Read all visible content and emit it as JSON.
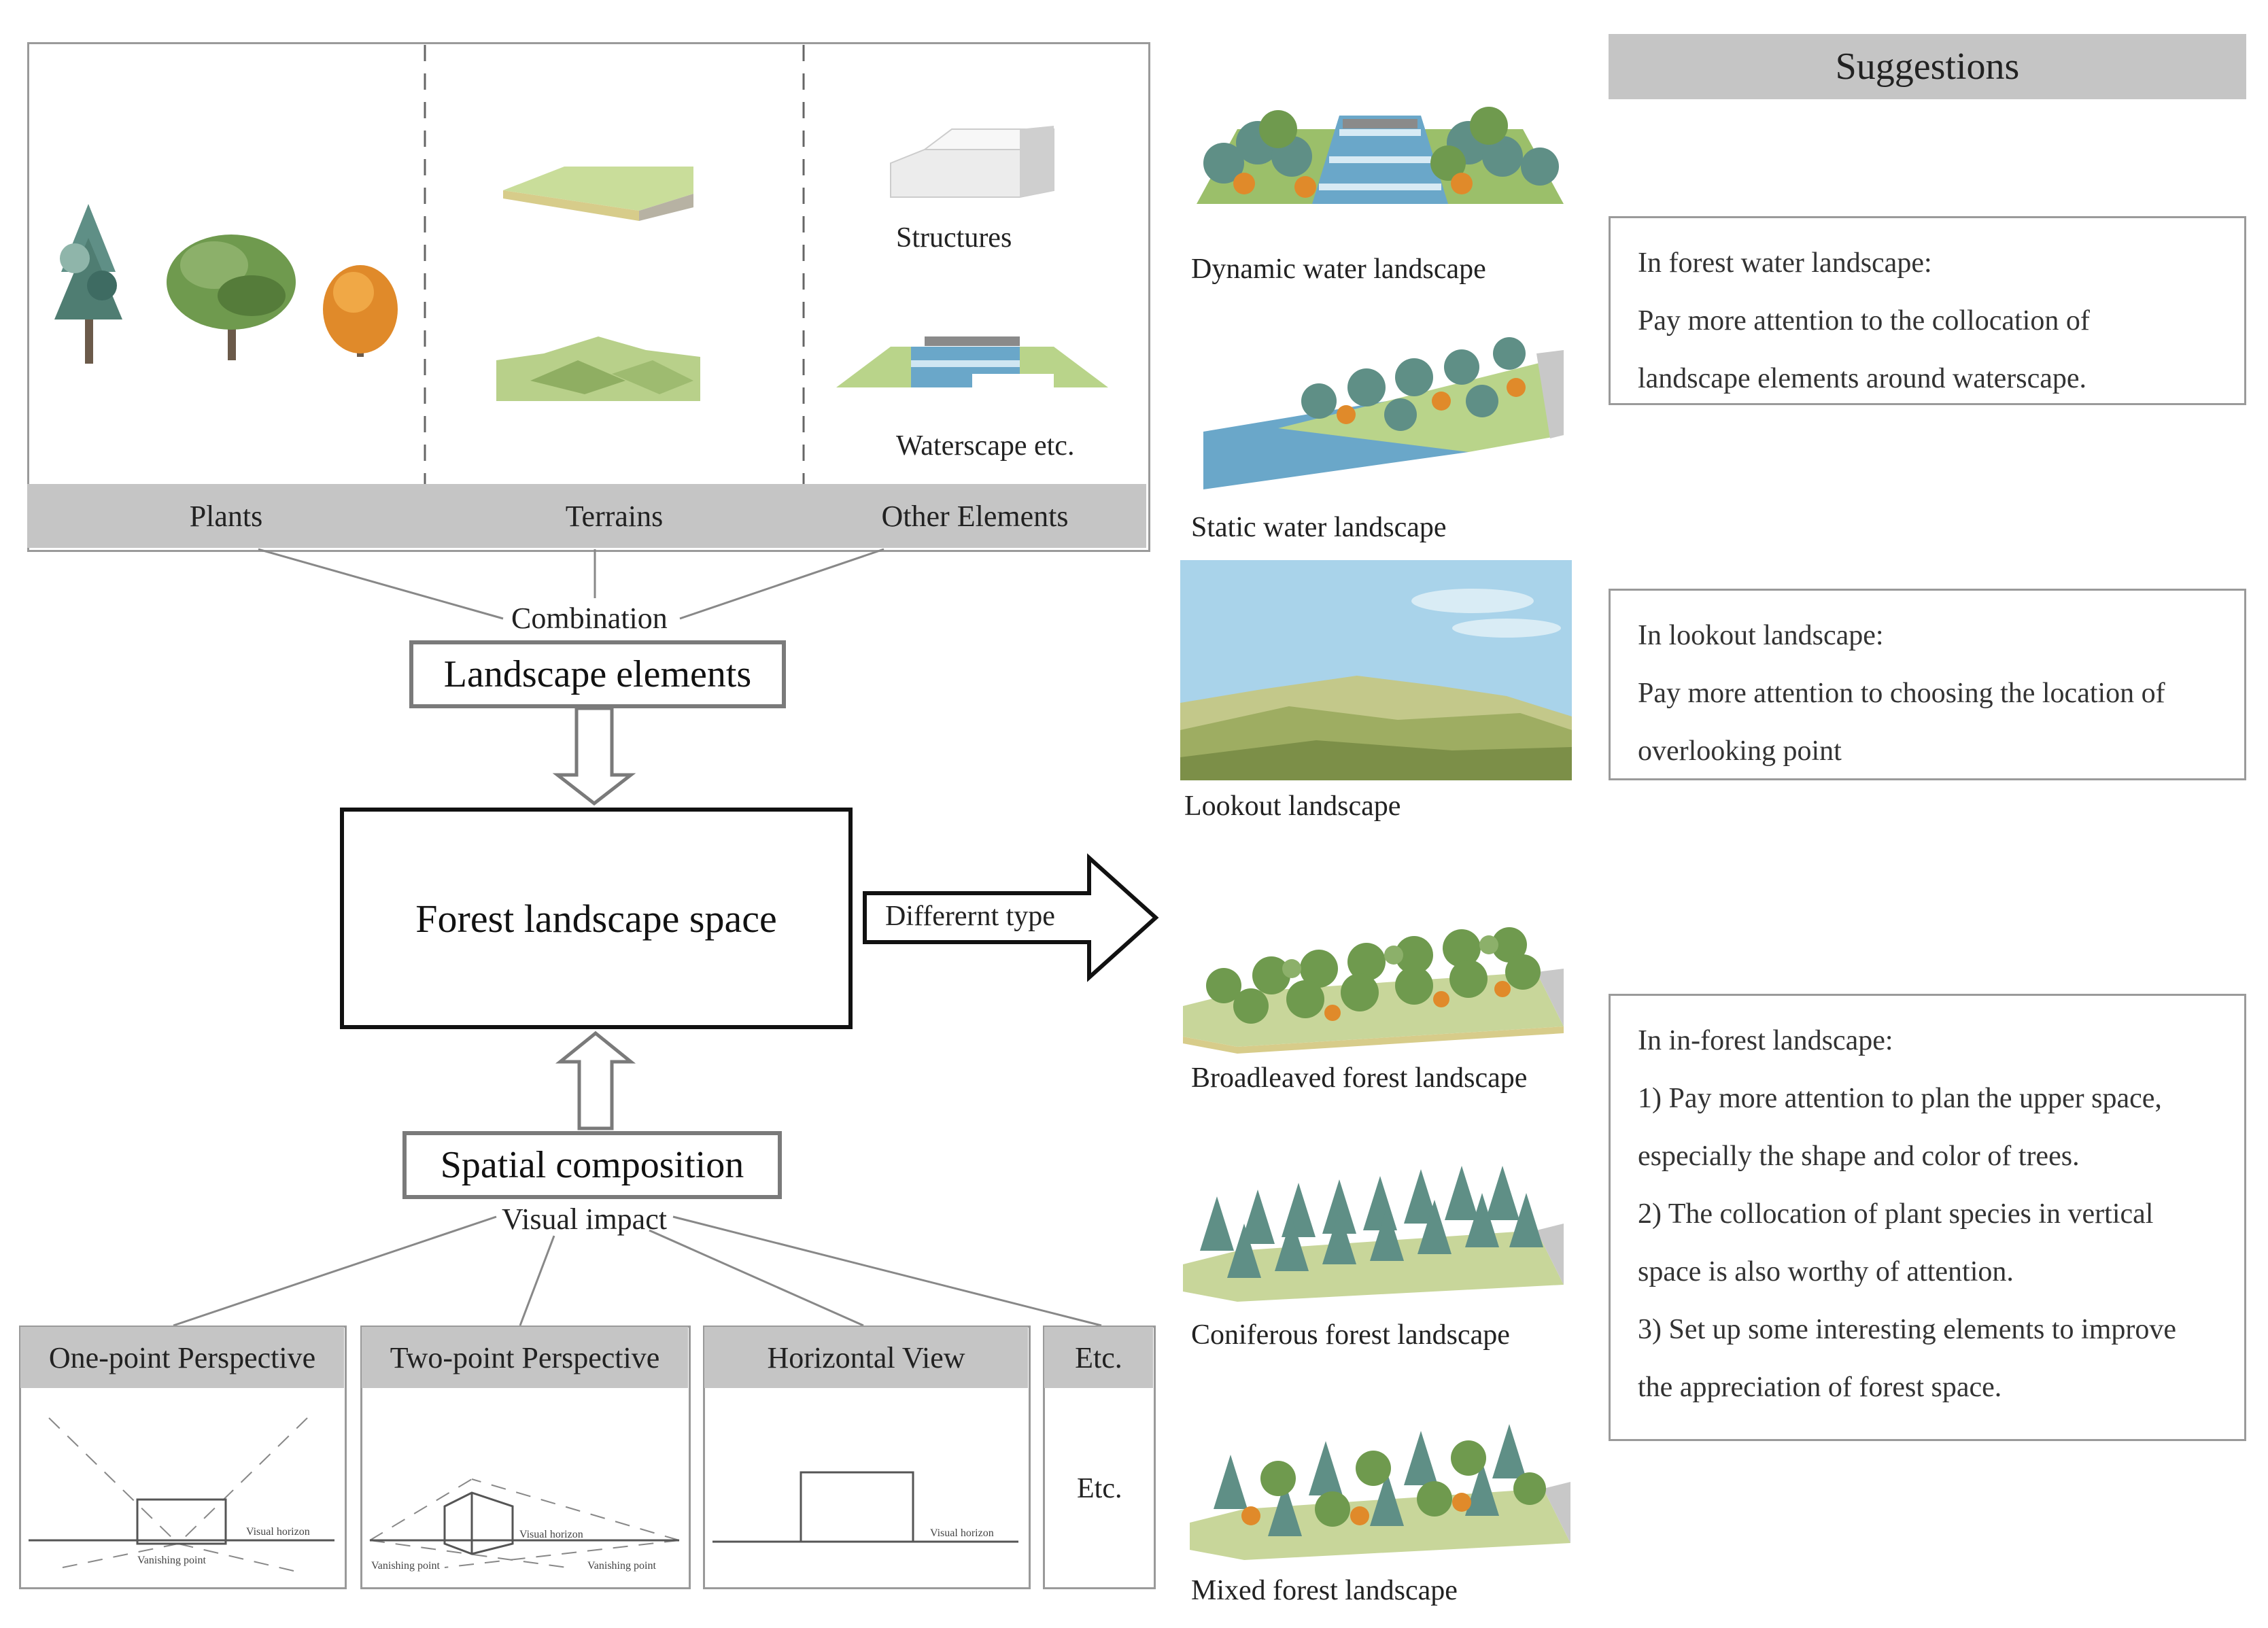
{
  "elements_panel": {
    "structures": "Structures",
    "waterscape": "Waterscape etc.",
    "headers": [
      "Plants",
      "Terrains",
      "Other Elements"
    ]
  },
  "flow": {
    "combination": "Combination",
    "landscape_elements": "Landscape elements",
    "forest_space": "Forest landscape space",
    "different_type": "Differernt type",
    "spatial_composition": "Spatial composition",
    "visual_impact": "Visual impact"
  },
  "perspectives": {
    "headers": [
      "One-point Perspective",
      "Two-point Perspective",
      "Horizontal View",
      "Etc."
    ],
    "etc_body": "Etc.",
    "visual_horizon": "Visual horizon",
    "vanishing_point": "Vanishing point"
  },
  "landscape_types": [
    "Dynamic water landscape",
    "Static water landscape",
    "Lookout landscape",
    "Broadleaved forest landscape",
    "Coniferous forest landscape",
    "Mixed forest landscape"
  ],
  "suggestions": {
    "title": "Suggestions",
    "water": [
      "In forest water landscape:",
      "Pay more attention to the collocation of",
      "landscape elements around waterscape."
    ],
    "lookout": [
      "In lookout landscape:",
      "Pay more attention to choosing the location of",
      "overlooking point"
    ],
    "in_forest": [
      "In in-forest landscape:",
      "1) Pay more attention to plan the upper space,",
      "especially the shape and color of trees.",
      "2) The collocation of plant species in vertical",
      "space is also worthy of attention.",
      "3) Set up some interesting elements to improve",
      "the appreciation of forest space."
    ]
  },
  "colors": {
    "header_gray": "#c5c5c5",
    "tree_green": "#6f9a4e",
    "tree_teal": "#5f8f86",
    "tree_orange": "#e08a2a",
    "water_blue": "#6aa7c9",
    "sky_blue": "#a9d3ea"
  }
}
